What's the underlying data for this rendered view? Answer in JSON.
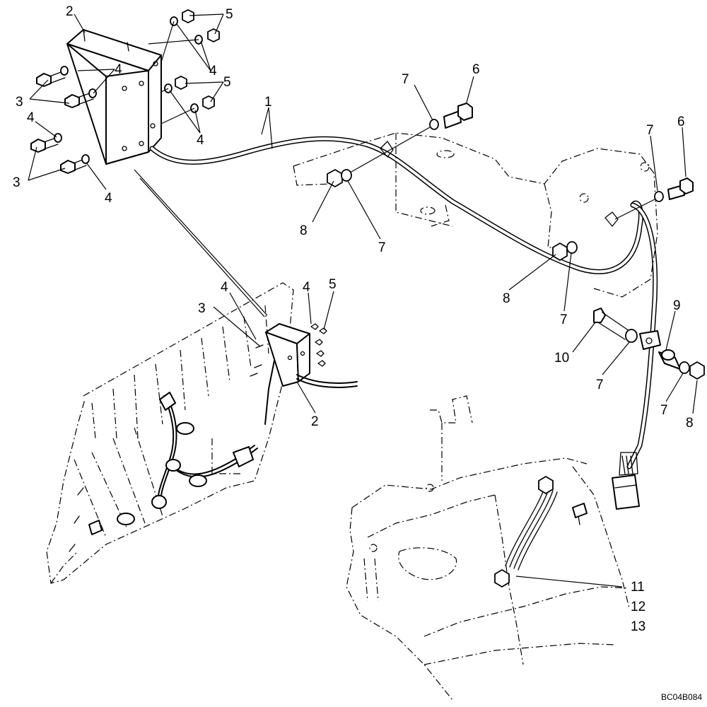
{
  "callouts": {
    "c1": "1",
    "c2_top": "2",
    "c2_bottom": "2",
    "c3_a": "3",
    "c3_b": "3",
    "c3_c": "3",
    "c4_a": "4",
    "c4_b": "4",
    "c4_c": "4",
    "c4_d": "4",
    "c4_e": "4",
    "c4_f": "4",
    "c4_g": "4",
    "c5_a": "5",
    "c5_b": "5",
    "c5_c": "5",
    "c6_a": "6",
    "c6_b": "6",
    "c7_a": "7",
    "c7_b": "7",
    "c7_c": "7",
    "c7_d": "7",
    "c7_e": "7",
    "c7_f": "7",
    "c8_a": "8",
    "c8_b": "8",
    "c8_c": "8",
    "c9": "9",
    "c10": "10",
    "c11": "11",
    "c12": "12",
    "c13": "13"
  },
  "drawing_ref": "BC04B084"
}
